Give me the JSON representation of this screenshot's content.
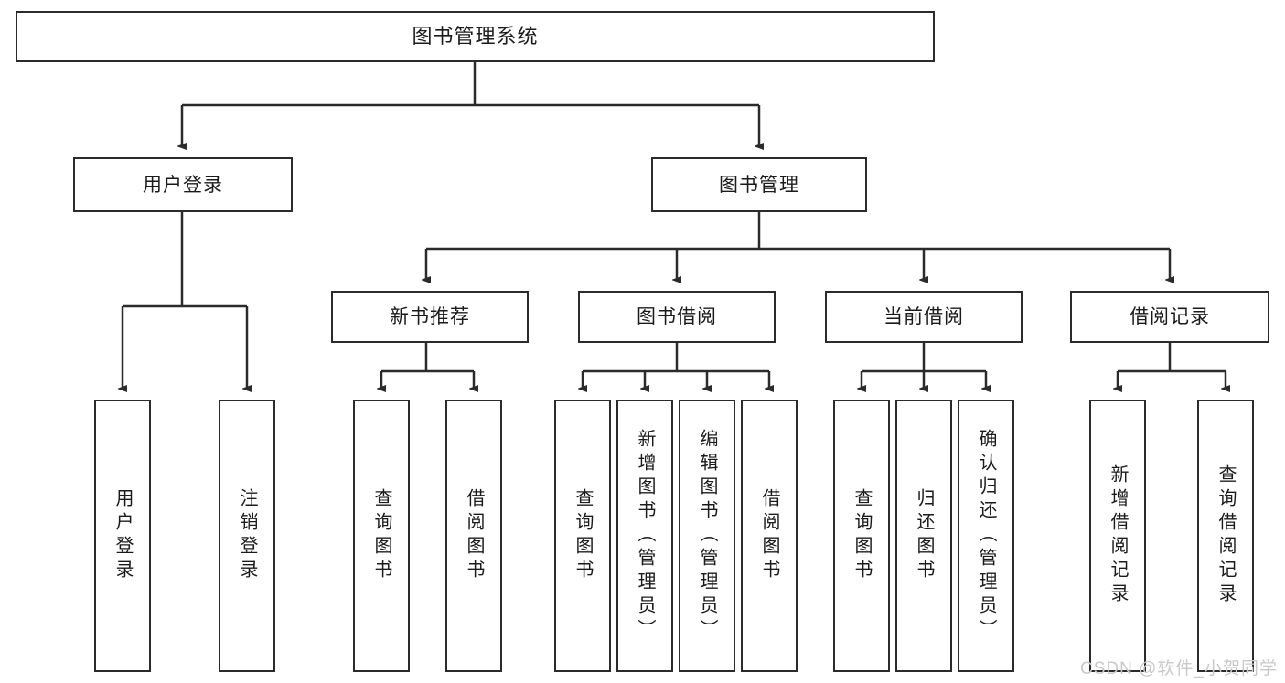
{
  "diagram": {
    "title": "图书管理系统",
    "type": "hierarchy-tree",
    "root": {
      "id": "root",
      "label": "图书管理系统"
    },
    "level2": [
      {
        "id": "user-login",
        "label": "用户登录"
      },
      {
        "id": "book-management",
        "label": "图书管理"
      }
    ],
    "level3": [
      {
        "id": "new-book-recommend",
        "label": "新书推荐"
      },
      {
        "id": "book-borrow",
        "label": "图书借阅"
      },
      {
        "id": "current-borrow",
        "label": "当前借阅"
      },
      {
        "id": "borrow-record",
        "label": "借阅记录"
      }
    ],
    "leaves": {
      "user_login": [
        {
          "id": "leaf-user-login",
          "label": "用户登录"
        },
        {
          "id": "leaf-logout",
          "label": "注销登录"
        }
      ],
      "new_book_recommend": [
        {
          "id": "leaf-query-book-1",
          "label": "查询图书"
        },
        {
          "id": "leaf-borrow-book-1",
          "label": "借阅图书"
        }
      ],
      "book_borrow": [
        {
          "id": "leaf-query-book-2",
          "label": "查询图书"
        },
        {
          "id": "leaf-add-book",
          "label": "新增图书（管理员）"
        },
        {
          "id": "leaf-edit-book",
          "label": "编辑图书（管理员）"
        },
        {
          "id": "leaf-borrow-book-2",
          "label": "借阅图书"
        }
      ],
      "current_borrow": [
        {
          "id": "leaf-query-book-3",
          "label": "查询图书"
        },
        {
          "id": "leaf-return-book",
          "label": "归还图书"
        },
        {
          "id": "leaf-confirm-return",
          "label": "确认归还（管理员）"
        }
      ],
      "borrow_record": [
        {
          "id": "leaf-add-record",
          "label": "新增借阅记录"
        },
        {
          "id": "leaf-query-record",
          "label": "查询借阅记录"
        }
      ]
    }
  },
  "watermark": {
    "text": "CSDN @软件_小贺同学"
  },
  "colors": {
    "box_border": "#2b2b2b",
    "box_fill": "#ffffff",
    "edge": "#2b2b2b",
    "text": "#1b1b1b",
    "watermark": "#c9c9c9",
    "background": "#ffffff"
  }
}
